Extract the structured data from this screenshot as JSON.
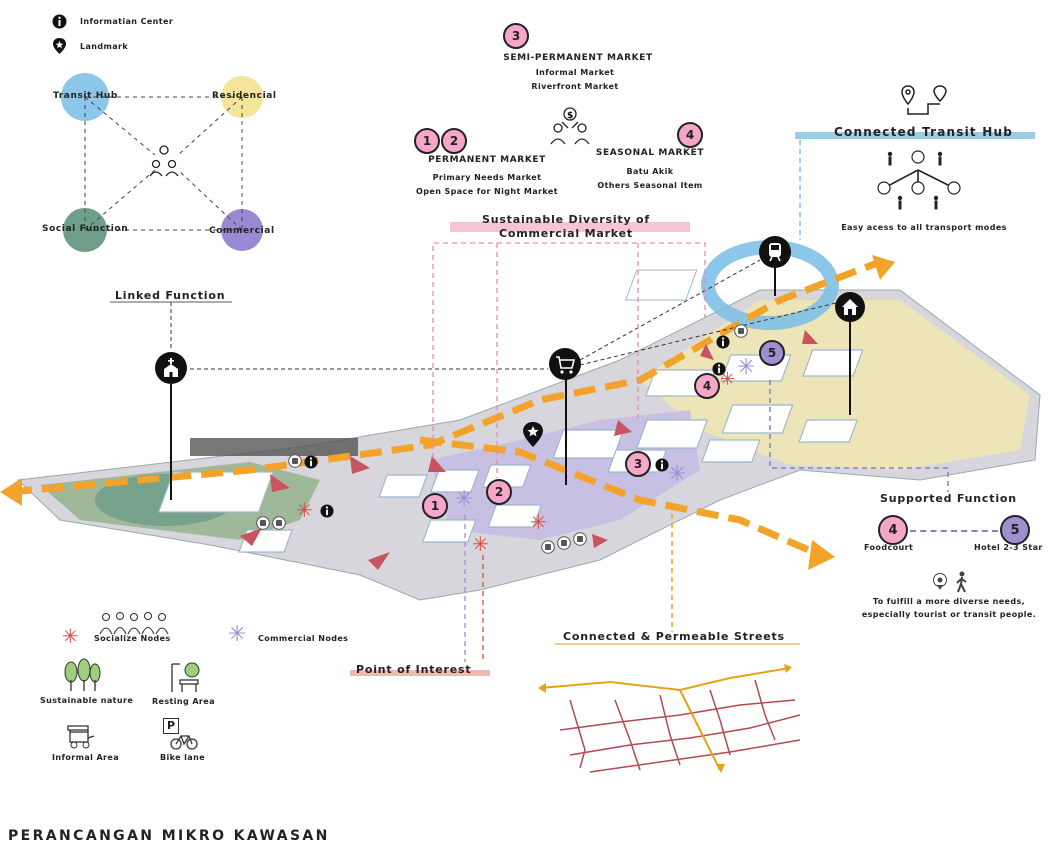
{
  "legend_top": {
    "info_center": "Informatian Center",
    "landmark": "Landmark"
  },
  "diagram_nodes": {
    "transit_hub": "Transit Hub",
    "residential": "Residencial",
    "social_function": "Social Function",
    "commercial": "Commercial"
  },
  "markets": {
    "semi_permanent": {
      "number": "3",
      "title": "SEMI-PERMANENT MARKET",
      "line1": "Informal Market",
      "line2": "Riverfront Market"
    },
    "permanent": {
      "number1": "1",
      "number2": "2",
      "title": "PERMANENT MARKET",
      "line1": "Primary Needs Market",
      "line2": "Open Space for Night Market"
    },
    "seasonal": {
      "number": "4",
      "title": "SEASONAL MARKET",
      "line1": "Batu Akik",
      "line2": "Others Seasonal Item"
    }
  },
  "headings": {
    "sustainable_diversity_line1": "Sustainable Diversity of",
    "sustainable_diversity_line2": "Commercial Market",
    "connected_transit_hub": "Connected Transit Hub",
    "transit_caption": "Easy acess to all transport modes",
    "linked_function": "Linked Function",
    "supported_function": "Supported Function",
    "connected_streets": "Connected & Permeable Streets",
    "point_of_interest": "Point of Interest"
  },
  "supported": {
    "foodcourt_num": "4",
    "foodcourt": "Foodcourt",
    "hotel_num": "5",
    "hotel": "Hotel 2-3 Star",
    "note_line1": "To fulfill a more diverse needs,",
    "note_line2": "especially tourist or transit people."
  },
  "map_markers": {
    "m1": "1",
    "m2": "2",
    "m3": "3",
    "m4": "4",
    "m5": "5"
  },
  "legend_bottom": {
    "socialize_nodes": "Socialize Nodes",
    "commercial_nodes": "Commercial Nodes",
    "sustainable_nature": "Sustainable nature",
    "resting_area": "Resting Area",
    "informal_area": "Informal Area",
    "bike_lane": "Bike lane",
    "parking_letter": "P"
  },
  "footer_title": "PERANCANGAN MIKRO KAWASAN",
  "colors": {
    "pink": "#f5a6c9",
    "purple": "#9f8fd0",
    "transit_blue": "#7fc0e5",
    "residential_yellow": "#f4e59a",
    "social_green": "#6f9f8a",
    "commercial_purple": "#9a8ad3",
    "orange_arrow": "#f3a32a",
    "red_arrow": "#c9535f",
    "street_red": "#b24a52",
    "street_orange": "#e8a217"
  },
  "icons": [
    "info-icon",
    "landmark-icon",
    "people-icon",
    "money-exchange-icon",
    "route-pin-icon",
    "network-icon",
    "church-icon",
    "cart-icon",
    "train-icon",
    "home-icon",
    "bus-icon",
    "location-pin-icon",
    "walking-person-icon",
    "tree-icon",
    "bench-icon",
    "cart-stall-icon",
    "bike-icon",
    "crowd-icon"
  ]
}
